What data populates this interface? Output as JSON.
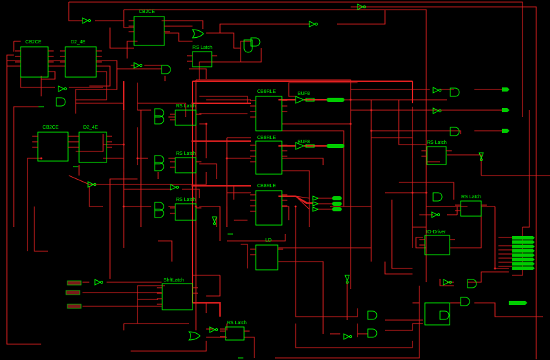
{
  "schematic": {
    "background": "#000000",
    "wire_color": "#e02020",
    "symbol_color": "#00ff00",
    "components": [
      {
        "id": "cb2ce_top",
        "title": "CB2CE"
      },
      {
        "id": "cb2ce_left",
        "title": "CB2CE"
      },
      {
        "id": "d2_4e_left",
        "title": "D2_4E"
      },
      {
        "id": "cb2ce_mid",
        "title": "CB2CE"
      },
      {
        "id": "d2_4e_mid",
        "title": "D2_4E"
      },
      {
        "id": "rs_latch_top",
        "title": "RS Latch"
      },
      {
        "id": "cb8rle_1",
        "title": "CB8RLE"
      },
      {
        "id": "cb8rle_2",
        "title": "CB8RLE"
      },
      {
        "id": "cb8rle_3",
        "title": "CB8RLE"
      },
      {
        "id": "buf8_1",
        "title": "BUF8"
      },
      {
        "id": "buf8_2",
        "title": "BUF8"
      },
      {
        "id": "rs_latch_a",
        "title": "RS Latch"
      },
      {
        "id": "rs_latch_b",
        "title": "RS Latch"
      },
      {
        "id": "rs_latch_c",
        "title": "RS Latch"
      },
      {
        "id": "ld",
        "title": "LD"
      },
      {
        "id": "rs_latch_right",
        "title": "RS Latch"
      },
      {
        "id": "rs_latch_right2",
        "title": "RS Latch"
      },
      {
        "id": "rs_latch_bottom",
        "title": "RS Latch"
      },
      {
        "id": "shift_latch",
        "title": "ShftLatch"
      },
      {
        "id": "io_driver",
        "title": "IO-Driver"
      }
    ]
  }
}
